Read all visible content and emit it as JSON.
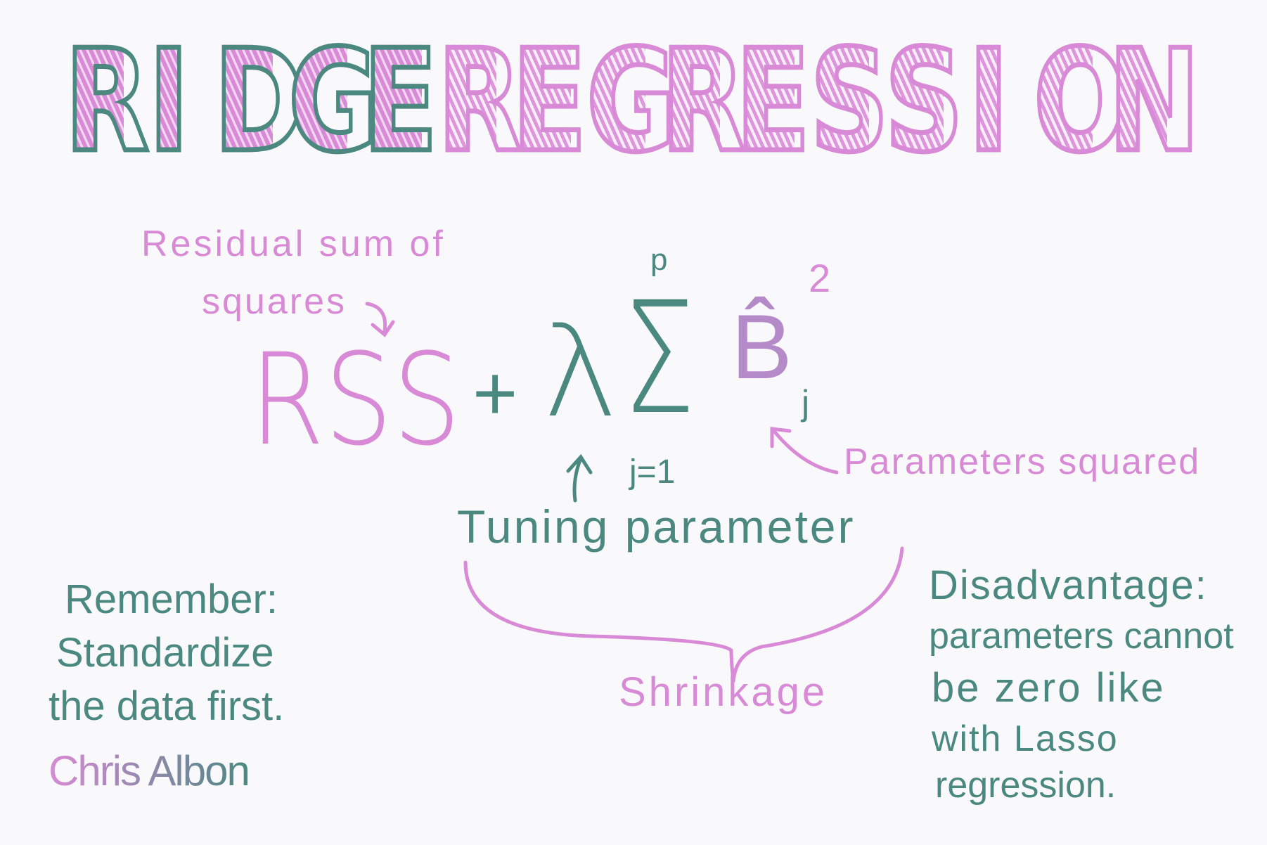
{
  "title": {
    "ridge_letters": [
      "R",
      "I",
      "D",
      "G",
      "E"
    ],
    "regression_letters": [
      "R",
      "E",
      "G",
      "R",
      "E",
      "S",
      "S",
      "I",
      "O",
      "N"
    ]
  },
  "formula": {
    "rss": "RSS",
    "plus": "+",
    "lambda": "λ",
    "sigma": "Σ",
    "upper_limit": "p",
    "lower_limit": "j=1",
    "beta": "B̂",
    "subscript": "j",
    "exponent": "2"
  },
  "annotations": {
    "rss_label_line1": "Residual sum of",
    "rss_label_line2": "squares",
    "parameters": "Parameters squared",
    "tuning": "Tuning parameter",
    "shrinkage": "Shrinkage"
  },
  "note_left": {
    "line1": "Remember:",
    "line2": "Standardize",
    "line3": "the data first."
  },
  "note_right": {
    "line1": "Disadvantage:",
    "line2": "parameters cannot",
    "line3": "be zero like",
    "line4": "with Lasso",
    "line5": "regression."
  },
  "signature": "Chris Albon",
  "colors": {
    "teal": "#4a8880",
    "pink": "#d88ad6",
    "background": "#f9f9fc"
  }
}
